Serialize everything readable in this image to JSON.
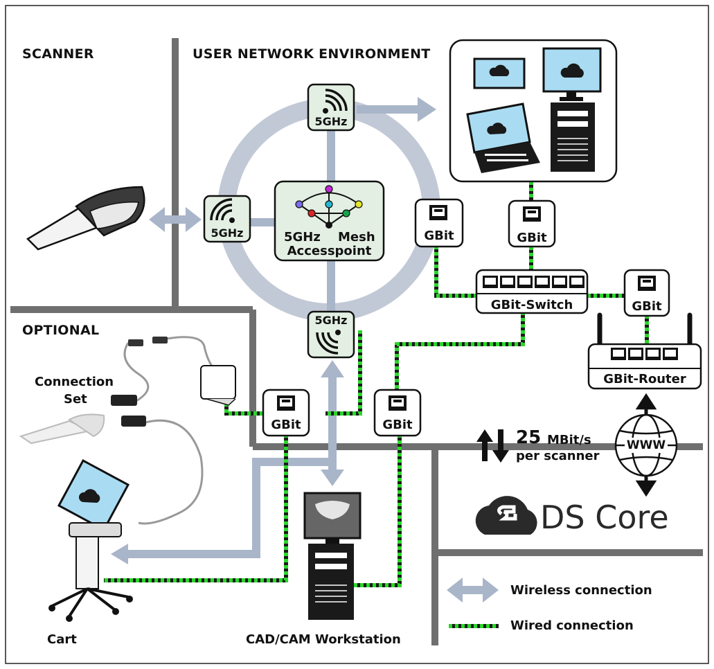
{
  "sections": {
    "scanner": "SCANNER",
    "user_network": "USER NETWORK ENVIRONMENT",
    "optional": "OPTIONAL"
  },
  "wifi_nodes": {
    "top": "5GHz",
    "left": "5GHz",
    "bottom": "5GHz"
  },
  "mesh": {
    "line1_left": "5GHz",
    "line1_right": "Mesh",
    "line2": "Accesspoint"
  },
  "ports": {
    "label": "GBit"
  },
  "switch": {
    "label": "GBit-Switch"
  },
  "router": {
    "label": "GBit-Router"
  },
  "internet": {
    "label": "WWW"
  },
  "bandwidth": {
    "value": "25",
    "unit": "MBit/s",
    "per": "per scanner"
  },
  "brand": {
    "name": "DS Core"
  },
  "devices": {
    "connection_set_line1": "Connection",
    "connection_set_line2": "Set",
    "cart": "Cart",
    "workstation": "CAD/CAM Workstation"
  },
  "legend": {
    "wireless": "Wireless connection",
    "wired": "Wired connection"
  },
  "colors": {
    "wired_green": "#2bd62b",
    "wireless_blue": "#a9b5c8",
    "wall_gray": "#6f6f6f",
    "screen_blue": "#a9dcf2",
    "node_fill": "#e3efe3"
  }
}
